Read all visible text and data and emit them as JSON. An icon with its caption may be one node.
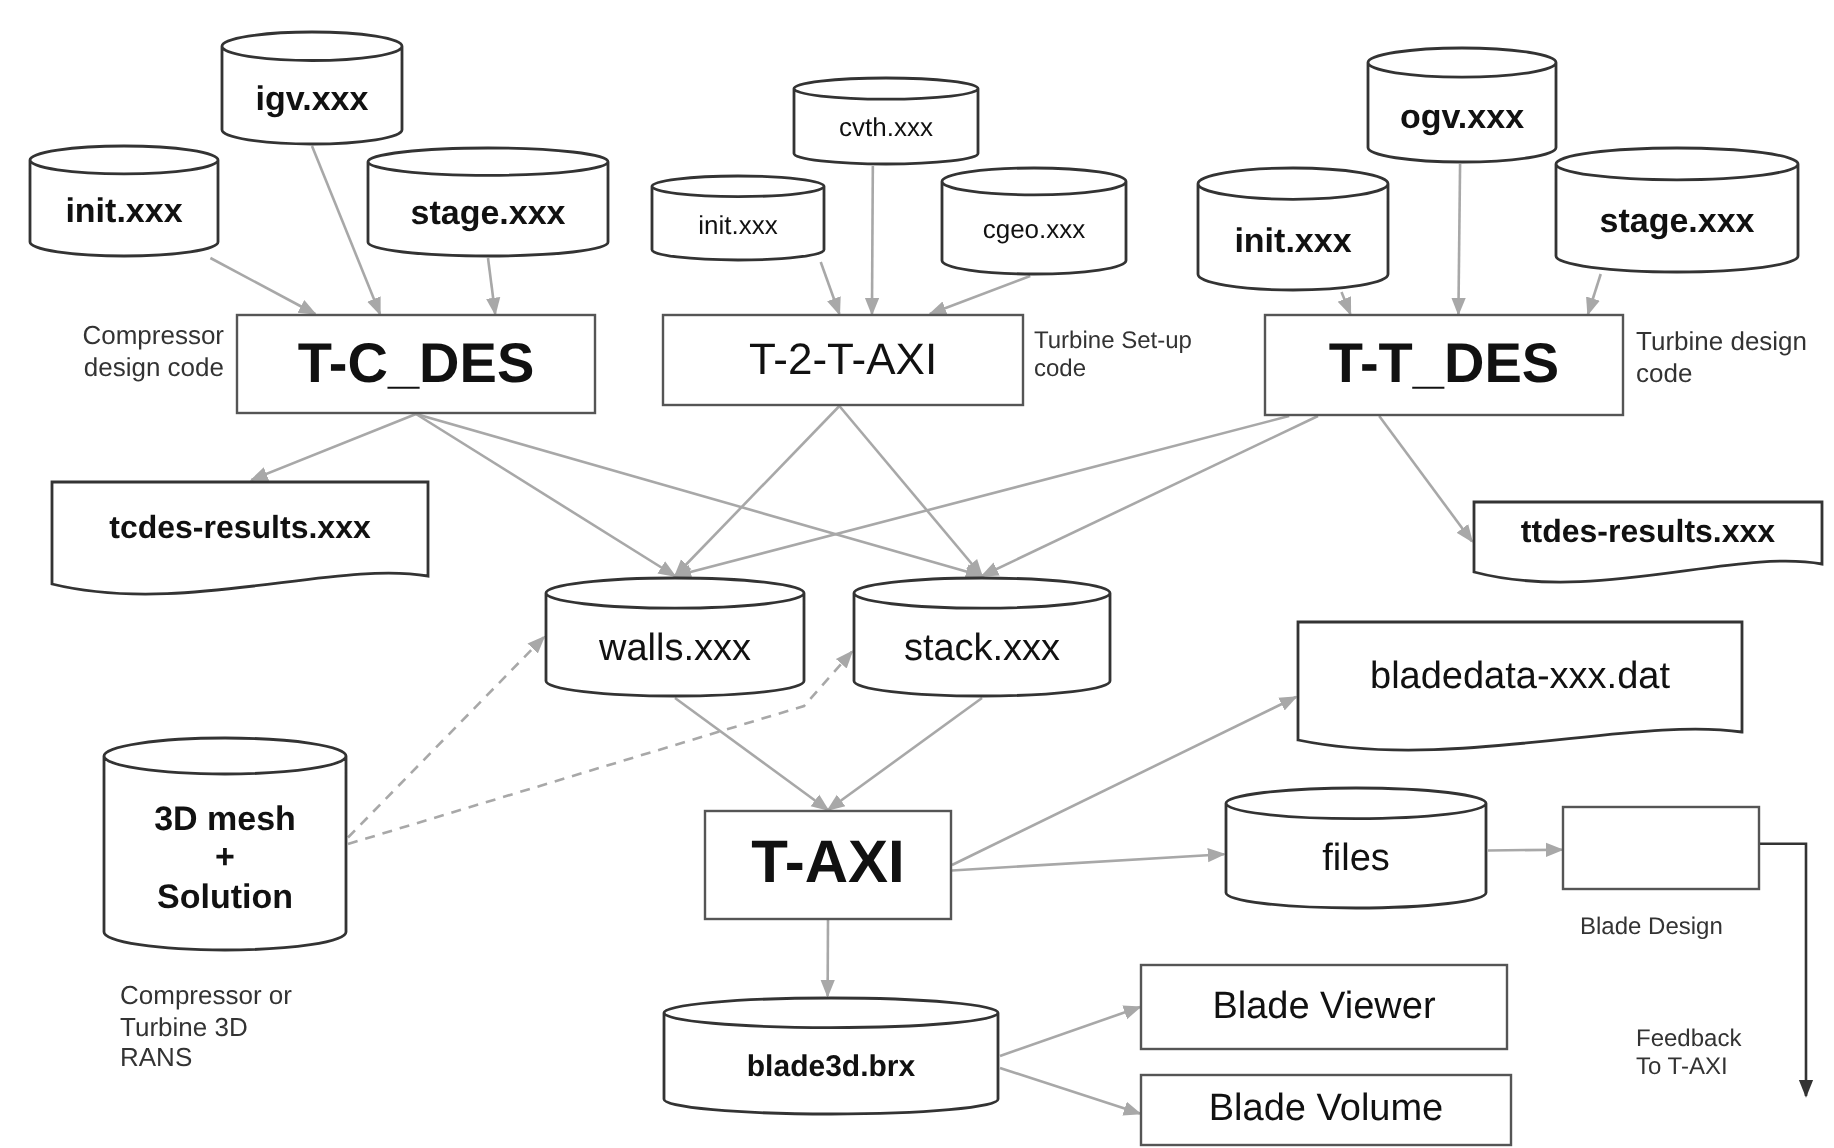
{
  "diagram": {
    "nodes": [
      {
        "text": [
          "igv.xxx"
        ]
      },
      {
        "text": [
          "init.xxx"
        ]
      },
      {
        "text": [
          "stage.xxx"
        ]
      },
      {
        "text": [
          "T-C_DES"
        ],
        "beside": [
          "Compressor design code"
        ]
      },
      {
        "text": [
          "cvth.xxx"
        ]
      },
      {
        "text": [
          "init.xxx"
        ]
      },
      {
        "text": [
          "cgeo.xxx"
        ]
      },
      {
        "text": [
          "T-2-T-AXI"
        ],
        "beside": [
          "Turbine Set-up code"
        ]
      },
      {
        "text": [
          "ogv.xxx"
        ]
      },
      {
        "text": [
          "init.xxx"
        ]
      },
      {
        "text": [
          "stage.xxx"
        ]
      },
      {
        "text": [
          "T-T_DES"
        ],
        "beside": [
          "Turbine design code"
        ]
      },
      {
        "text": [
          "tcdes-results.xxx"
        ]
      },
      {
        "text": [
          "ttdes-results.xxx"
        ]
      },
      {
        "text": [
          "walls.xxx"
        ]
      },
      {
        "text": [
          "stack.xxx"
        ]
      },
      {
        "text": [
          "3D mesh + Solution"
        ],
        "beside": [
          "Compressor or Turbine 3D RANS"
        ]
      },
      {
        "text": [
          "T-AXI"
        ]
      },
      {
        "text": [
          "bladedata-xxx.dat"
        ]
      },
      {
        "text": [
          "files"
        ]
      },
      {
        "text": [],
        "shape": "box",
        "beside": [
          "Blade Design"
        ]
      },
      {
        "text": [
          "blade3d.brx"
        ]
      },
      {
        "text": [
          "Blade Viewer"
        ]
      },
      {
        "text": [
          "Blade Volume"
        ]
      }
    ],
    "edges": [
      {
        "from": 1,
        "to": 3,
        "arrow": "to"
      },
      {
        "from": 0,
        "to": 3,
        "arrow": "to"
      },
      {
        "from": 2,
        "to": 3,
        "arrow": "to"
      },
      {
        "from": 5,
        "to": 7,
        "arrow": "to"
      },
      {
        "from": 4,
        "to": 7,
        "arrow": "to"
      },
      {
        "from": 6,
        "to": 7,
        "arrow": "to"
      },
      {
        "from": 9,
        "to": 11,
        "arrow": "to"
      },
      {
        "from": 8,
        "to": 11,
        "arrow": "to"
      },
      {
        "from": 10,
        "to": 11,
        "arrow": "to"
      },
      {
        "from": 3,
        "to": 12,
        "arrow": "to"
      },
      {
        "from": 3,
        "to": 14,
        "arrow": "to"
      },
      {
        "from": 3,
        "to": 15,
        "arrow": "to"
      },
      {
        "from": 7,
        "to": 14,
        "arrow": "to"
      },
      {
        "from": 7,
        "to": 15,
        "arrow": "to"
      },
      {
        "from": 11,
        "to": 14,
        "arrow": "to"
      },
      {
        "from": 11,
        "to": 15,
        "arrow": "to"
      },
      {
        "from": 11,
        "to": 13,
        "arrow": "to"
      },
      {
        "from": 16,
        "to": 14,
        "arrow": "to",
        "style": "dashed"
      },
      {
        "from": 16,
        "to": 15,
        "arrow": "to",
        "style": "dashed"
      },
      {
        "from": 14,
        "to": 17,
        "arrow": "to"
      },
      {
        "from": 15,
        "to": 17,
        "arrow": "to"
      },
      {
        "from": 17,
        "to": 18,
        "arrow": "to"
      },
      {
        "from": 17,
        "to": 19,
        "arrow": "to"
      },
      {
        "from": 17,
        "to": 21,
        "arrow": "to"
      },
      {
        "from": 19,
        "to": 20,
        "arrow": "to"
      },
      {
        "from": 20,
        "to": null,
        "arrow": "to",
        "color": "#333333"
      },
      {
        "from": 21,
        "to": 22,
        "arrow": "to"
      },
      {
        "from": 21,
        "to": 23,
        "arrow": "to"
      }
    ],
    "labels": [
      "Feedback To T-AXI"
    ]
  }
}
